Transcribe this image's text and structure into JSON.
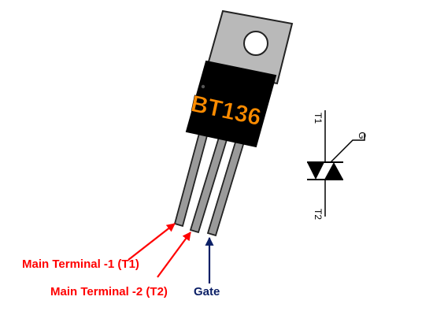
{
  "component": {
    "part_number": "BT136",
    "body_color": "#000000",
    "tab_color": "#b9b9b9",
    "marking_color": "#ff8c00",
    "lead_color": "#9a9a9a"
  },
  "labels": {
    "main_terminal_1": "Main Terminal -1 (T1)",
    "main_terminal_2": "Main Terminal -2 (T2)",
    "gate": "Gate"
  },
  "symbol": {
    "t1_label": "T1",
    "t2_label": "T2",
    "gate_label": "G"
  },
  "colors": {
    "terminal_arrow": "#ff0000",
    "gate_arrow": "#0b1f66",
    "terminal_text": "#ff0000",
    "gate_text": "#0b1f66"
  }
}
